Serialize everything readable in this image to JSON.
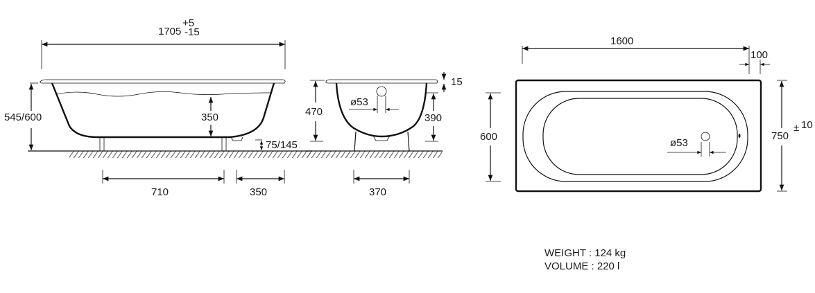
{
  "side_view": {
    "overall_length": "1705",
    "tol_plus": "+5",
    "tol_minus": "-15",
    "height": "545/600",
    "water_depth": "350",
    "leg_adjust": "75/145",
    "leg_spacing": "710",
    "drain_offset": "350"
  },
  "end_view": {
    "height": "470",
    "drain_diameter": "ø53",
    "inner_height": "390",
    "rim_thickness": "15",
    "leg_spacing": "370"
  },
  "top_view": {
    "inner_length": "1600",
    "drain_offset": "100",
    "inner_width": "600",
    "outer_width": "750",
    "width_tol_sign": "±",
    "width_tol": "10",
    "drain_diameter": "ø53"
  },
  "specs": {
    "weight": "WEIGHT : 124 kg",
    "volume": "VOLUME : 220 l"
  }
}
